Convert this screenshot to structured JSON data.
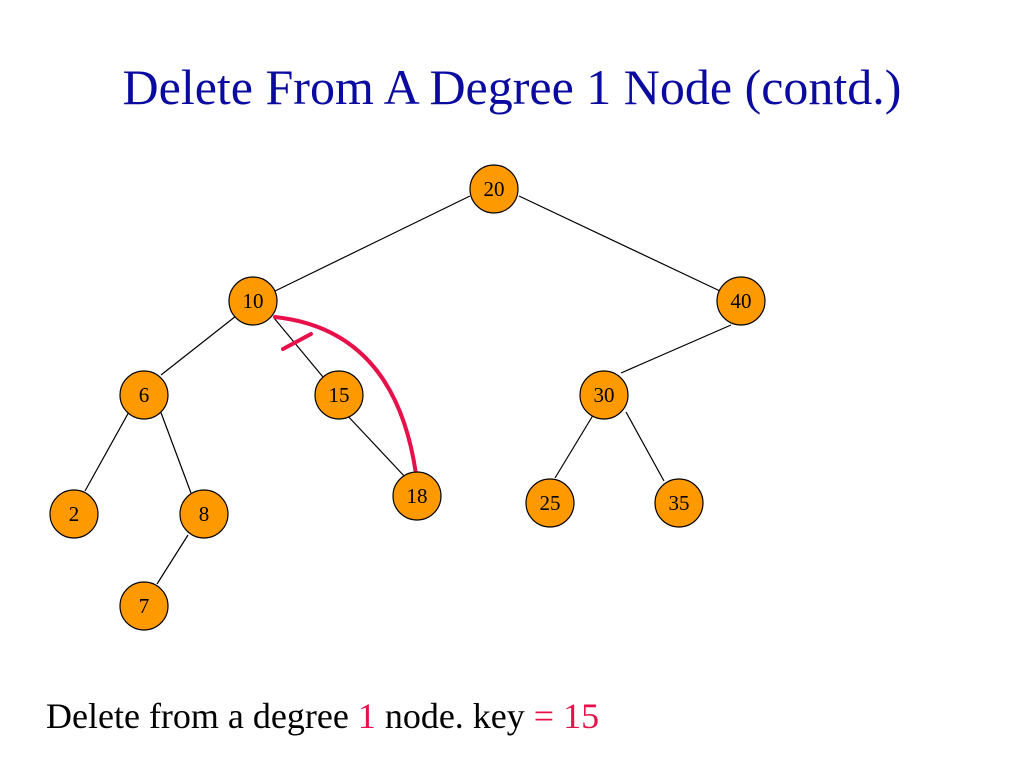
{
  "slide": {
    "title": "Delete From A Degree 1 Node (contd.)",
    "caption": {
      "prefix": "Delete from a degree ",
      "degree": "1",
      "middle": " node. key ",
      "equals": "=",
      "key": "15"
    }
  },
  "tree": {
    "node_fill": "#ff9900",
    "node_stroke": "#000000",
    "highlight_color": "#e8104a",
    "nodes": [
      {
        "id": "n20",
        "label": "20"
      },
      {
        "id": "n10",
        "label": "10"
      },
      {
        "id": "n40",
        "label": "40"
      },
      {
        "id": "n6",
        "label": "6"
      },
      {
        "id": "n15",
        "label": "15"
      },
      {
        "id": "n30",
        "label": "30"
      },
      {
        "id": "n2",
        "label": "2"
      },
      {
        "id": "n8",
        "label": "8"
      },
      {
        "id": "n18",
        "label": "18"
      },
      {
        "id": "n25",
        "label": "25"
      },
      {
        "id": "n35",
        "label": "35"
      },
      {
        "id": "n7",
        "label": "7"
      }
    ]
  }
}
